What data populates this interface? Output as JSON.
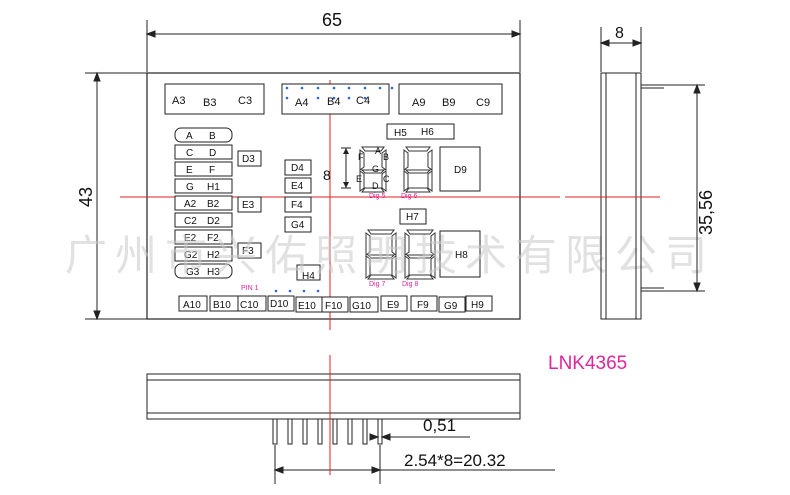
{
  "dimensions": {
    "width_label": "65",
    "height_label": "43",
    "depth_label": "8",
    "pin_span_label": "35,56",
    "pin_width_label": "0,51",
    "pitch_label": "2.54*8=20.32"
  },
  "top_boxes": [
    {
      "labels": [
        "A3",
        "B3",
        "C3"
      ]
    },
    {
      "labels": [
        "A4",
        "B4",
        "C4"
      ]
    },
    {
      "labels": [
        "A9",
        "B9",
        "C9"
      ]
    }
  ],
  "left_list": [
    [
      "A",
      "B"
    ],
    [
      "C",
      "D"
    ],
    [
      "E",
      "F"
    ],
    [
      "G",
      "H1"
    ],
    [
      "A2",
      "B2"
    ],
    [
      "C2",
      "D2"
    ],
    [
      "E2",
      "F2"
    ],
    [
      "G2",
      "H2"
    ],
    [
      "G3",
      "H3"
    ]
  ],
  "mid_labels": {
    "d3": "D3",
    "e3": "E3",
    "f3": "F3",
    "d4": "D4",
    "e4": "E4",
    "f4": "F4",
    "g4": "G4",
    "h4": "H4",
    "h5": "H5",
    "h6": "H6",
    "h7": "H7",
    "h8": "H8",
    "d9": "D9"
  },
  "digit_labels": {
    "dig5": "Dig 5",
    "dig6": "Dig 6",
    "dig7": "Dig 7",
    "dig8": "Dig 8",
    "pin1": "PIN 1"
  },
  "seg_letters": [
    "A",
    "F",
    "B",
    "G",
    "E",
    "C",
    "D"
  ],
  "bottom_row": [
    "A10",
    "B10",
    "C10",
    "D10",
    "E10",
    "F10",
    "G10",
    "E9",
    "F9",
    "G9",
    "H9"
  ],
  "model": "LNK4365",
  "watermark": "广州市兴佑照明技术有限公司",
  "colors": {
    "accent_red": "#e02020",
    "pink": "#e0249a",
    "blue_dots": "#3366cc"
  }
}
